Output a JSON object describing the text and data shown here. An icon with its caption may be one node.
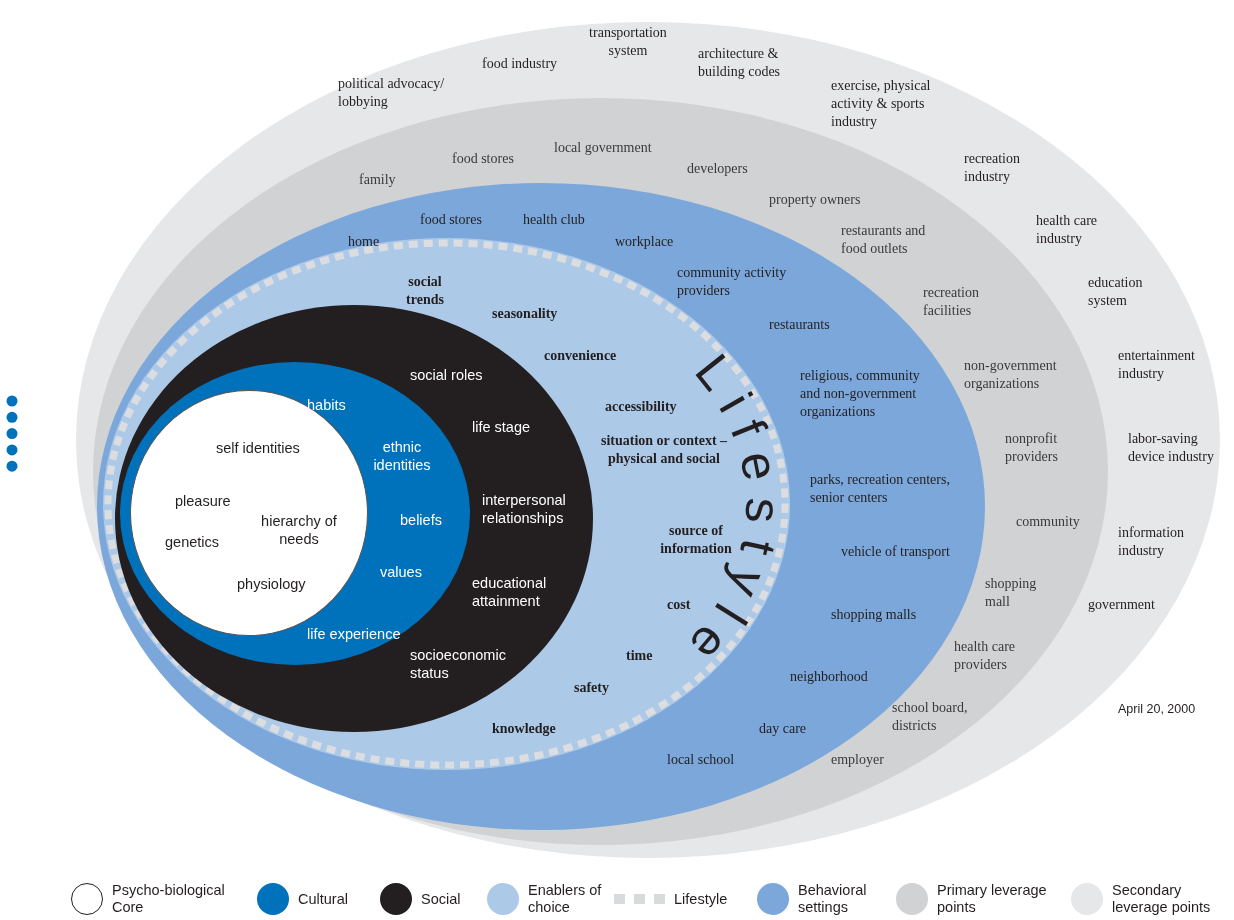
{
  "diagram": {
    "nodes": [
      {
        "text": [],
        "shape": "ellipse"
      },
      {
        "text": [],
        "shape": "ellipse",
        "in": 0
      },
      {
        "text": [],
        "shape": "ellipse",
        "in": 1
      },
      {
        "text": [],
        "shape": "ellipse",
        "in": 2
      },
      {
        "text": [],
        "shape": "ellipse",
        "in": 3
      },
      {
        "text": [],
        "shape": "ellipse",
        "in": 4
      },
      {
        "text": [
          "self identities",
          "pleasure",
          "hierarchy of needs",
          "genetics",
          "physiology"
        ],
        "in": 5
      }
    ],
    "labels": [
      "political advocacy/ lobbying",
      "food industry",
      "transportation system",
      "architecture & building codes",
      "exercise, physical activity & sports industry",
      "recreation industry",
      "health care industry",
      "education system",
      "entertainment industry",
      "labor-saving device industry",
      "information industry",
      "government",
      "family",
      "food stores",
      "local government",
      "developers",
      "property owners",
      "restaurants and food outlets",
      "recreation facilities",
      "non-government organizations",
      "nonprofit providers",
      "community",
      "shopping mall",
      "health care providers",
      "school board, districts",
      "employer",
      "home",
      "food stores",
      "health club",
      "workplace",
      "community activity providers",
      "restaurants",
      "religious, community and non-government organizations",
      "parks, recreation centers, senior centers",
      "vehicle of transport",
      "shopping malls",
      "neighborhood",
      "day care",
      "local school",
      "Lifestyle",
      "social trends",
      "seasonality",
      "convenience",
      "accessibility",
      "situation or context – physical and social",
      "source of information",
      "cost",
      "time",
      "safety",
      "knowledge",
      "social roles",
      "life stage",
      "interpersonal relationships",
      "educational attainment",
      "socioeconomic status",
      "habits",
      "ethnic identities",
      "beliefs",
      "values",
      "life experience",
      "April 20, 2000"
    ],
    "legend": [
      {
        "text": "Psycho-biological Core",
        "color": "#ffffff"
      },
      {
        "text": "Cultural",
        "color": "#0072bc"
      },
      {
        "text": "Social",
        "color": "#231f20"
      },
      {
        "text": "Enablers of choice",
        "color": "#adc9e8"
      },
      {
        "text": "Lifestyle"
      },
      {
        "text": "Behavioral settings",
        "color": "#7ba7da"
      },
      {
        "text": "Primary leverage points",
        "color": "#d1d2d4"
      },
      {
        "text": "Secondary leverage points",
        "color": "#e6e7e8"
      }
    ]
  }
}
